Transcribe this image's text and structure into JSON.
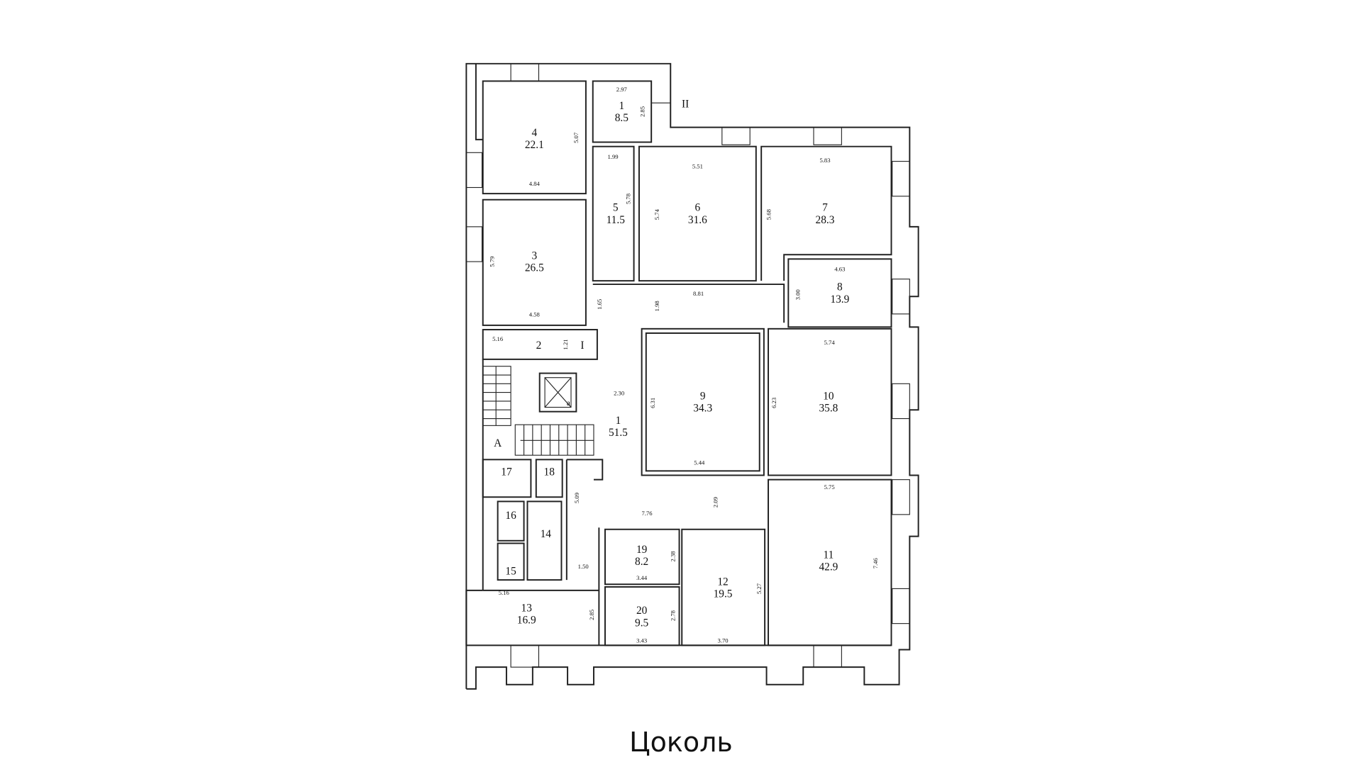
{
  "caption": "Цоколь",
  "entrances": {
    "I": "I",
    "II": "II",
    "A": "A",
    "a": "a"
  },
  "rooms": {
    "r1top": {
      "num": "1",
      "area": "8.5",
      "d1": "2.97",
      "d2": "2.85"
    },
    "r2": {
      "num": "2",
      "d1": "5.16",
      "d2": "1.21"
    },
    "r3": {
      "num": "3",
      "area": "26.5",
      "d1": "5.79",
      "d2": "4.58"
    },
    "r4": {
      "num": "4",
      "area": "22.1",
      "d1": "5.07",
      "d2": "4.84"
    },
    "r5": {
      "num": "5",
      "area": "11.5",
      "d1": "1.99",
      "d2": "5.78"
    },
    "r6": {
      "num": "6",
      "area": "31.6",
      "d1": "5.51",
      "d2": "5.74"
    },
    "r7": {
      "num": "7",
      "area": "28.3",
      "d1": "5.83",
      "d2": "5.68"
    },
    "r8": {
      "num": "8",
      "area": "13.9",
      "d1": "4.63",
      "d2": "3.00"
    },
    "r9": {
      "num": "9",
      "area": "34.3",
      "d1": "6.31",
      "d2": "5.44"
    },
    "r10": {
      "num": "10",
      "area": "35.8",
      "d1": "5.74",
      "d2": "6.23"
    },
    "r11": {
      "num": "11",
      "area": "42.9",
      "d1": "5.75",
      "d2": "7.46"
    },
    "r12": {
      "num": "12",
      "area": "19.5",
      "d1": "5.27",
      "d2": "3.70"
    },
    "r13": {
      "num": "13",
      "area": "16.9",
      "d1": "5.16",
      "d2": "2.85"
    },
    "r14": {
      "num": "14"
    },
    "r15": {
      "num": "15"
    },
    "r16": {
      "num": "16"
    },
    "r17": {
      "num": "17"
    },
    "r18": {
      "num": "18"
    },
    "r19": {
      "num": "19",
      "area": "8.2",
      "d1": "2.38",
      "d2": "3.44"
    },
    "r20": {
      "num": "20",
      "area": "9.5",
      "d1": "2.78",
      "d2": "3.43"
    },
    "corridor": {
      "num": "1",
      "area": "51.5",
      "d1": "8.81",
      "d2": "1.65",
      "d3": "1.98",
      "d4": "2.30",
      "d5": "5.09",
      "d6": "7.76",
      "d7": "2.09",
      "d8": "1.50"
    }
  }
}
